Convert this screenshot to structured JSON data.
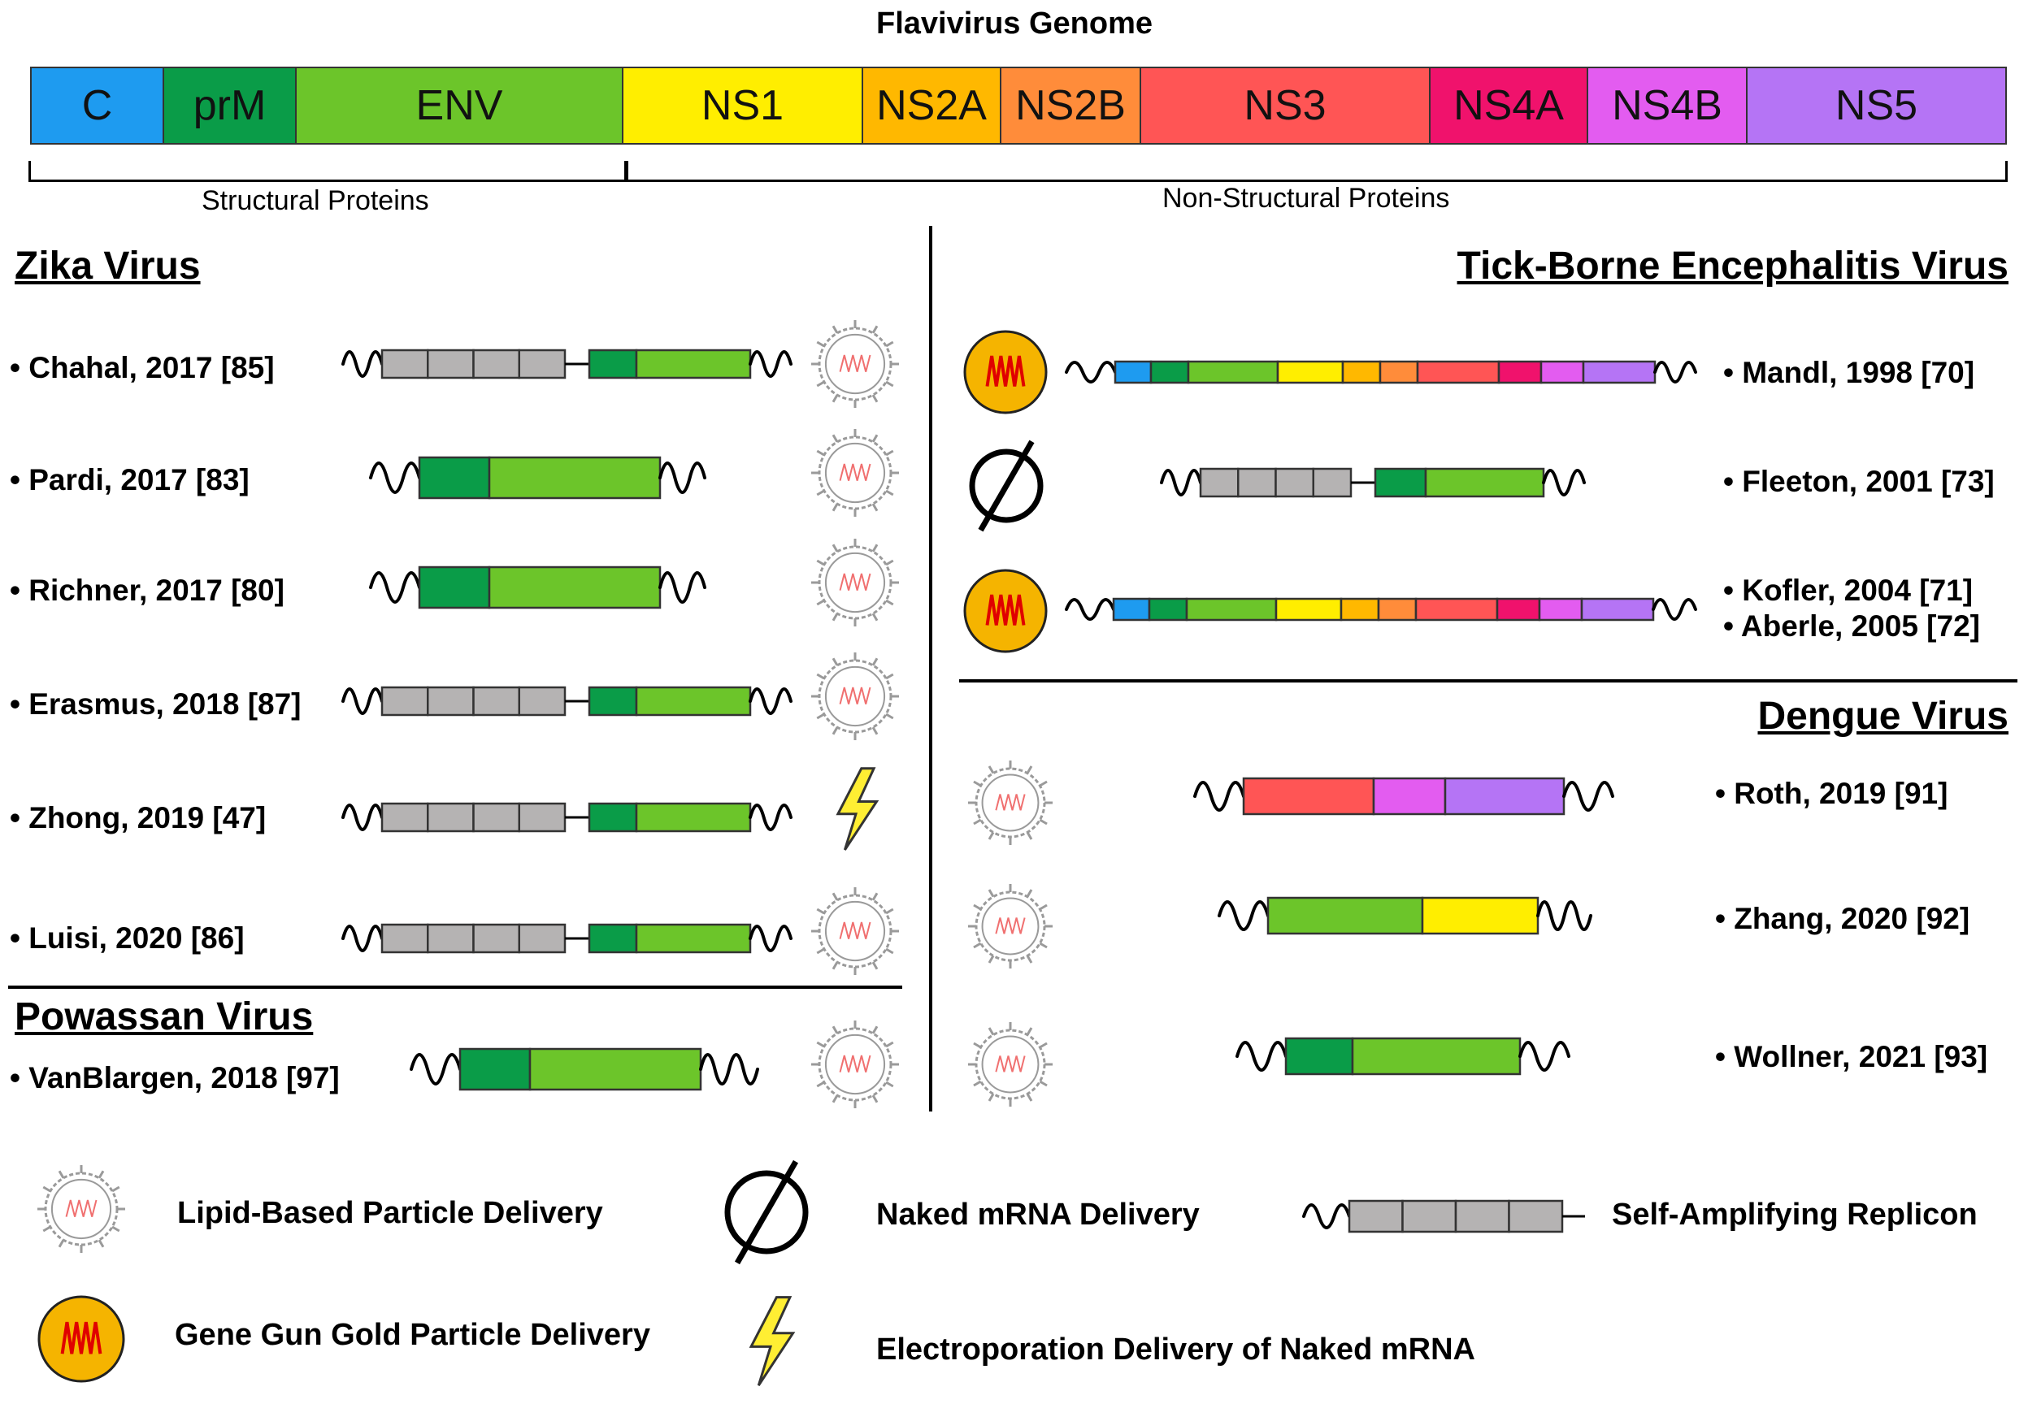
{
  "title": "Flavivirus Genome",
  "genome": [
    {
      "label": "C",
      "color": "#1e9bf0"
    },
    {
      "label": "prM",
      "color": "#0a9c48"
    },
    {
      "label": "ENV",
      "color": "#6cc52a"
    },
    {
      "label": "NS1",
      "color": "#ffee00"
    },
    {
      "label": "NS2A",
      "color": "#ffb800"
    },
    {
      "label": "NS2B",
      "color": "#ff8c3a"
    },
    {
      "label": "NS3",
      "color": "#ff5555"
    },
    {
      "label": "NS4A",
      "color": "#f0126c"
    },
    {
      "label": "NS4B",
      "color": "#e35cf0"
    },
    {
      "label": "NS5",
      "color": "#b574f5"
    }
  ],
  "groups": {
    "structural": "Structural Proteins",
    "non_structural": "Non-Structural Proteins"
  },
  "sections": {
    "zika": "Zika Virus",
    "powassan": "Powassan Virus",
    "tbev": "Tick-Borne Encephalitis Virus",
    "dengue": "Dengue Virus"
  },
  "refs": {
    "chahal": "Chahal, 2017  [85]",
    "pardi": "Pardi, 2017  [83]",
    "richner": "Richner, 2017  [80]",
    "erasmus": "Erasmus, 2018  [87]",
    "zhong": "Zhong, 2019  [47]",
    "luisi": "Luisi, 2020  [86]",
    "vanblargen": "VanBlargen, 2018  [97]",
    "mandl": "Mandl, 1998  [70]",
    "fleeton": "Fleeton, 2001 [73]",
    "kofler": "Kofler, 2004 [71]",
    "aberle": "Aberle, 2005 [72]",
    "roth": "Roth, 2019  [91]",
    "zhang": "Zhang, 2020  [92]",
    "wollner": "Wollner, 2021 [93]"
  },
  "legend": {
    "lipid": "Lipid-Based Particle Delivery",
    "naked": "Naked mRNA Delivery",
    "replicon": "Self-Amplifying Replicon",
    "gold": "Gene Gun Gold Particle Delivery",
    "electro": "Electroporation Delivery of Naked mRNA"
  },
  "colors": {
    "replicon_grey": "#b5b3b3",
    "gold": "#f5b400",
    "gold_wave": "#e00000",
    "lipid_wave": "#f07070",
    "bolt": "#ffee33"
  },
  "icons": [
    "lipid-particle-icon",
    "gold-particle-icon",
    "naked-mrna-icon",
    "lightning-bolt-icon",
    "replicon-icon"
  ]
}
